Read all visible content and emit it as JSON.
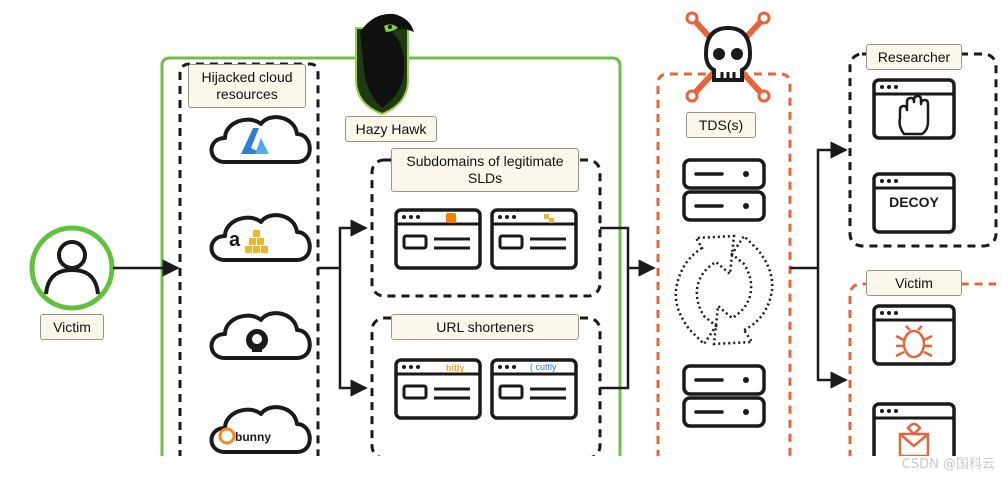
{
  "labels": {
    "victim_left": "Victim",
    "hijacked": "Hijacked cloud resources",
    "hazy_hawk": "Hazy Hawk",
    "subdomains": "Subdomains of legitimate SLDs",
    "url_shorteners": "URL shorteners",
    "tds": "TDS(s)",
    "researcher": "Researcher",
    "victim_right": "Victim",
    "decoy": "DECOY"
  },
  "brand_text": {
    "bitly": "bitly",
    "cuttly": "cuttly",
    "bunny": "bunny"
  },
  "watermark": "CSDN @国科云",
  "colors": {
    "green": "#6cc04a",
    "orange": "#e8633a",
    "dark": "#1a1a1a",
    "label_bg": "#fbf7ea",
    "azure_blue": "#2f7fd6",
    "aws_yellow": "#f2b42a",
    "blogger_orange": "#f57d00",
    "bunny_orange": "#f08a24"
  },
  "icons": [
    "user-icon",
    "azure-cloud-icon",
    "aws-cloud-icon",
    "github-cloud-icon",
    "bunny-cloud-icon",
    "hawk-logo-icon",
    "skull-crossbones-icon",
    "server-icon",
    "refresh-arrows-icon",
    "hand-stop-icon",
    "bug-icon",
    "envelope-icon"
  ]
}
